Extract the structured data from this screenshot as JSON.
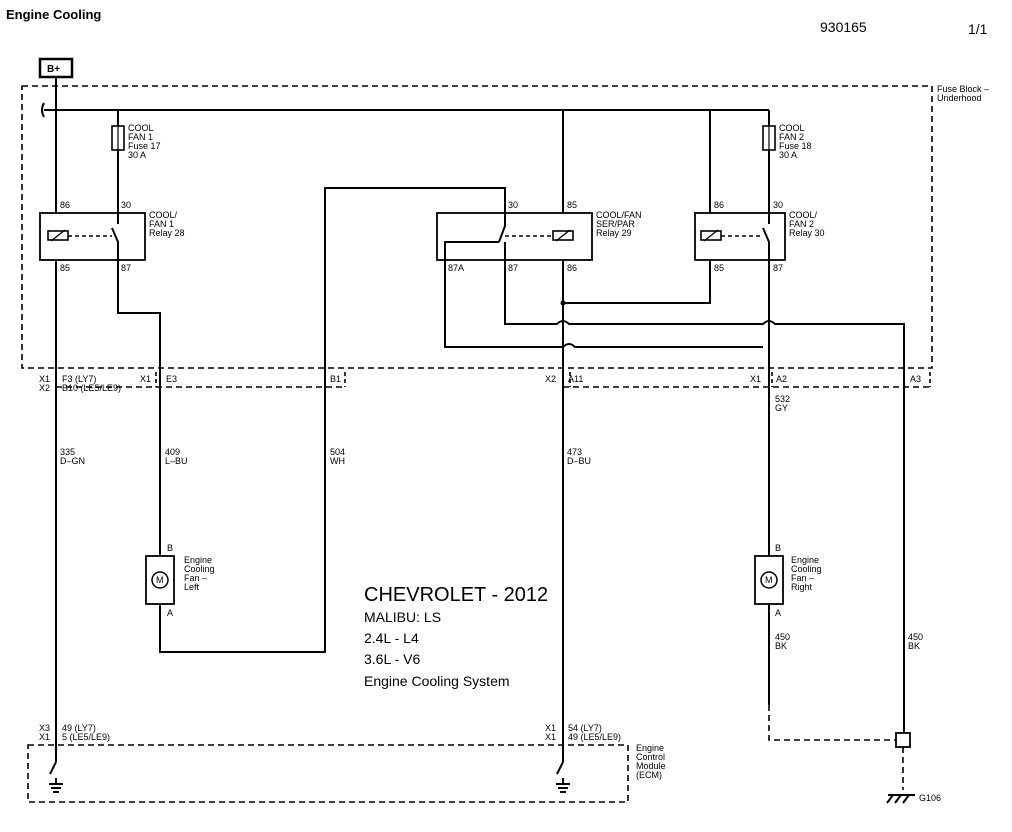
{
  "header": {
    "title": "Engine Cooling",
    "doc_number": "930165",
    "page": "1/1"
  },
  "power": {
    "label": "B+"
  },
  "fuse_block": {
    "label_1": "Fuse Block –",
    "label_2": "Underhood"
  },
  "fuses": [
    {
      "line1": "COOL",
      "line2": "FAN 1",
      "line3": "Fuse 17",
      "line4": "30 A"
    },
    {
      "line1": "COOL",
      "line2": "FAN 2",
      "line3": "Fuse 18",
      "line4": "30 A"
    }
  ],
  "relays": [
    {
      "line1": "COOL/",
      "line2": "FAN 1",
      "line3": "Relay 28",
      "pin_tl": "86",
      "pin_tr": "30",
      "pin_bl": "85",
      "pin_br": "87"
    },
    {
      "line1": "COOL/FAN",
      "line2": "SER/PAR",
      "line3": "Relay 29",
      "pin_30": "30",
      "pin_85": "85",
      "pin_87a": "87A",
      "pin_87": "87",
      "pin_86": "86"
    },
    {
      "line1": "COOL/",
      "line2": "FAN 2",
      "line3": "Relay 30",
      "pin_tl": "86",
      "pin_tr": "30",
      "pin_bl": "85",
      "pin_br": "87"
    }
  ],
  "connectors": {
    "c1a": "X1",
    "c1b": "X2",
    "c1c": "F3 (LY7)",
    "c1d": "B10 (LE5/LE9)",
    "c2a": "X1",
    "c2b": "E3",
    "c3": "B1",
    "c4a": "X2",
    "c4b": "A11",
    "c5a": "X1",
    "c5b": "A2",
    "c6": "A3"
  },
  "wires": [
    {
      "num": "335",
      "color": "D–GN"
    },
    {
      "num": "409",
      "color": "L–BU"
    },
    {
      "num": "504",
      "color": "WH"
    },
    {
      "num": "473",
      "color": "D–BU"
    },
    {
      "num": "532",
      "color": "GY"
    },
    {
      "num": "450",
      "color": "BK"
    },
    {
      "num": "450",
      "color": "BK"
    }
  ],
  "motors": [
    {
      "line1": "Engine",
      "line2": "Cooling",
      "line3": "Fan –",
      "line4": "Left",
      "pin_top": "B",
      "pin_bottom": "A",
      "symbol": "M"
    },
    {
      "line1": "Engine",
      "line2": "Cooling",
      "line3": "Fan –",
      "line4": "Right",
      "pin_top": "B",
      "pin_bottom": "A",
      "symbol": "M"
    }
  ],
  "ecm_connectors": {
    "l1": "X3",
    "l2": "X1",
    "l3": "49 (LY7)",
    "l4": "5 (LE5/LE9)",
    "r1": "X1",
    "r2": "X1",
    "r3": "54 (LY7)",
    "r4": "49 (LE5/LE9)"
  },
  "ecm": {
    "line1": "Engine",
    "line2": "Control",
    "line3": "Module",
    "line4": "(ECM)"
  },
  "ground": {
    "label": "G106"
  },
  "vehicle": {
    "make_year": "CHEVROLET - 2012",
    "model": "MALIBU: LS",
    "engine1": "2.4L - L4",
    "engine2": "3.6L - V6",
    "system": "Engine Cooling System"
  }
}
